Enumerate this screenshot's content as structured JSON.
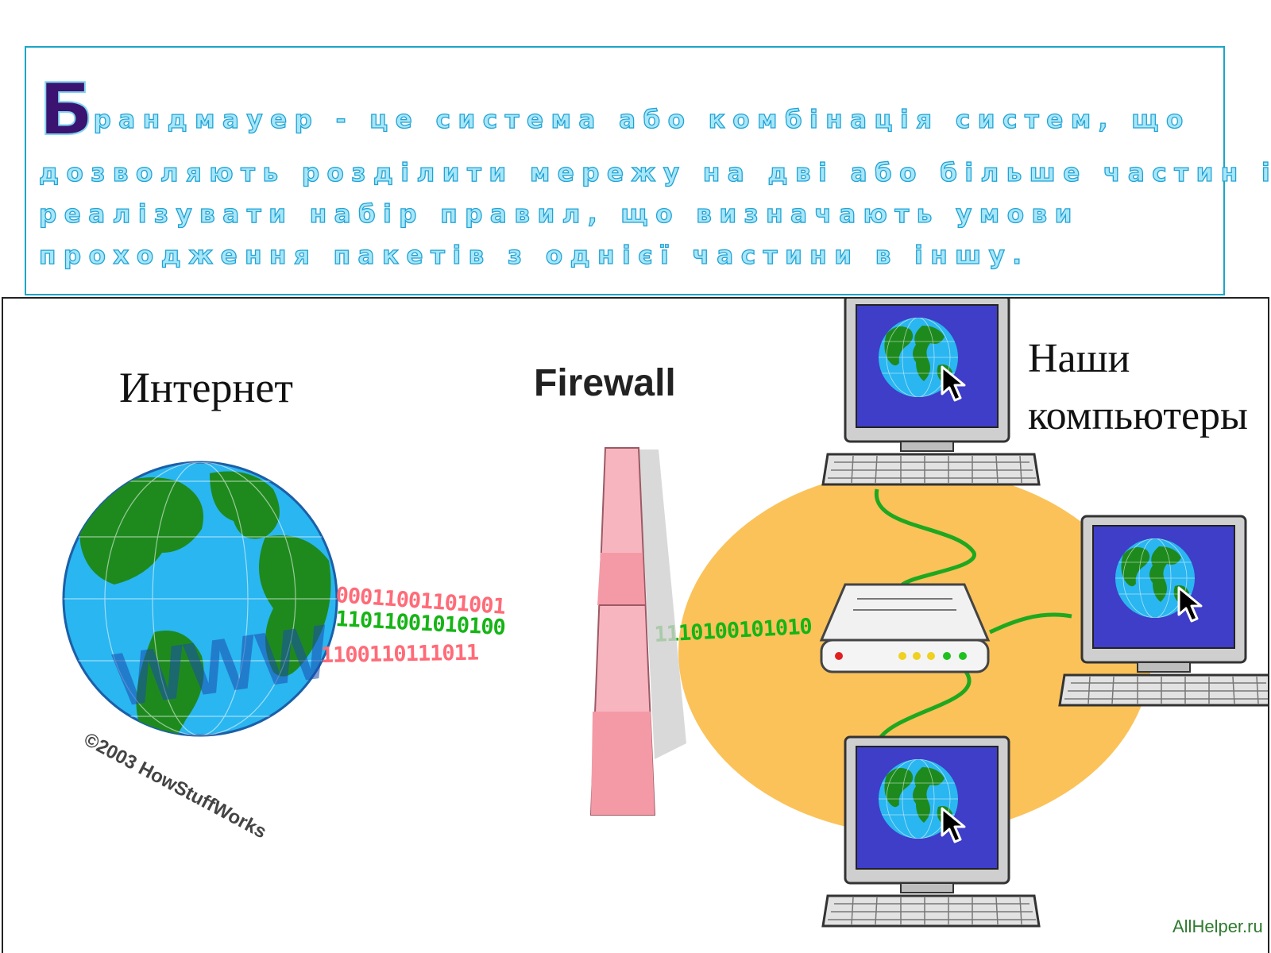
{
  "definition": {
    "drop_cap": "Б",
    "line1": "рандмауер - це система або комбінація систем, що",
    "line2": "дозволяють розділити мережу на дві або більше частин і",
    "line3": "реалізувати набір правил, що визначають умови",
    "line4": "проходження пакетів з однієї частини в іншу."
  },
  "diagram": {
    "internet_label": "Интернет",
    "firewall_label": "Firewall",
    "computers_label_line1": "Наши",
    "computers_label_line2": "компьютеры",
    "globe_text": "WWW",
    "copyright": "©2003 HowStuffWorks",
    "bits_red_top": "00011001101001",
    "bits_green_mid": "11011001010100",
    "bits_red_bottom": "1100110111011",
    "bits_green_lan": "1110100101010",
    "watermark": "AllHelper.ru",
    "colors": {
      "earth_ocean": "#2ab6f0",
      "land": "#1e8a1e",
      "firewall": "#f7b6bf",
      "lan_oval": "#fbc25a",
      "screen": "#3e3ec8",
      "bits_red": "#ff6b78",
      "bits_green": "#16b416"
    }
  }
}
